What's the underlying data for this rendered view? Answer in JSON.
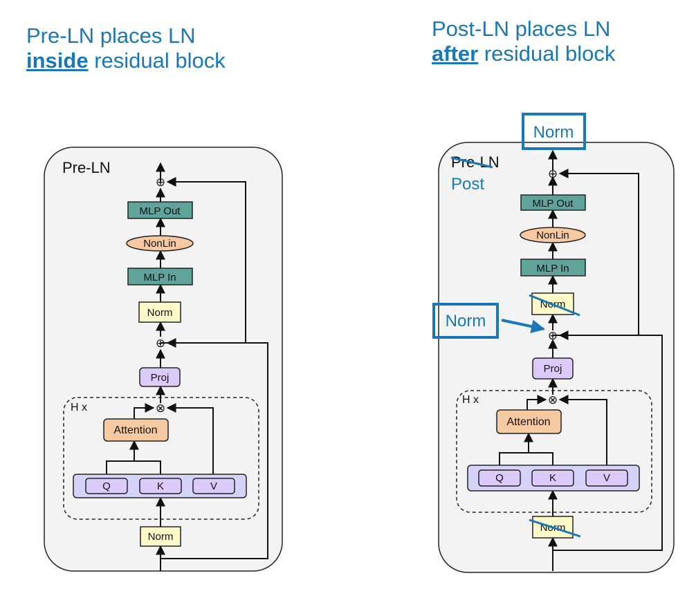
{
  "left_heading": {
    "line1": "Pre-LN places LN",
    "emph": "inside",
    "rest": " residual block"
  },
  "right_heading": {
    "line1": "Post-LN places LN",
    "emph": "after",
    "rest": " residual block"
  },
  "pre_ln": {
    "title": "Pre-LN",
    "mlp_out": "MLP Out",
    "nonlin": "NonLin",
    "mlp_in": "MLP In",
    "norm_mid": "Norm",
    "proj": "Proj",
    "heads": "H x",
    "attention": "Attention",
    "q": "Q",
    "k": "K",
    "v": "V",
    "norm_bottom": "Norm",
    "add": "⊕",
    "mult": "⊗"
  },
  "post_ln": {
    "title": "Pre-LN",
    "title_annotation": "Post",
    "norm_top": "Norm",
    "norm_callout": "Norm",
    "mlp_out": "MLP Out",
    "nonlin": "NonLin",
    "mlp_in": "MLP In",
    "norm_mid": "Norm",
    "proj": "Proj",
    "heads": "H x",
    "attention": "Attention",
    "q": "Q",
    "k": "K",
    "v": "V",
    "norm_bottom": "Norm",
    "add": "⊕",
    "mult": "⊗"
  },
  "colors": {
    "annotation_blue": "#1a77b8",
    "mlp_green": "#5fa39a",
    "nonlin_orange": "#f7c9a1",
    "norm_yellow": "#fdf9c9",
    "proj_purple": "#dccafb",
    "attention_orange": "#f7c9a1",
    "qkv_panel": "#d6d3fb",
    "panel_bg": "#f3f3f3"
  }
}
